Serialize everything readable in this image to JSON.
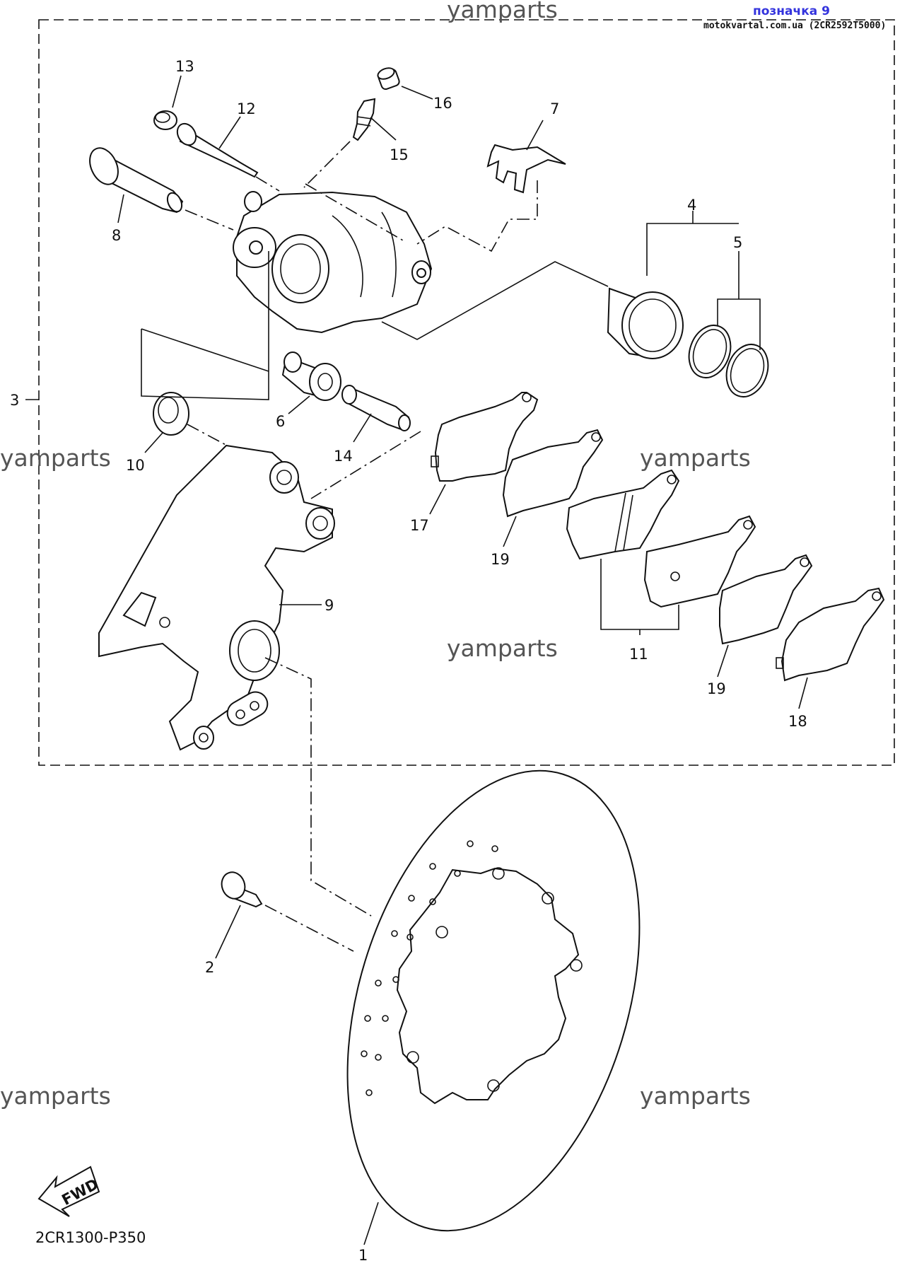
{
  "header": {
    "tag_label": "позначка 9",
    "source_label": "motokvartal.com.ua (2CR2592T5000)"
  },
  "watermark": "yamparts",
  "reference_code": "2CR1300-P350",
  "fwd_label": "FWD",
  "callouts": [
    "1",
    "2",
    "3",
    "4",
    "5",
    "6",
    "7",
    "8",
    "9",
    "10",
    "11",
    "12",
    "13",
    "14",
    "15",
    "16",
    "17",
    "18",
    "19",
    "19"
  ]
}
